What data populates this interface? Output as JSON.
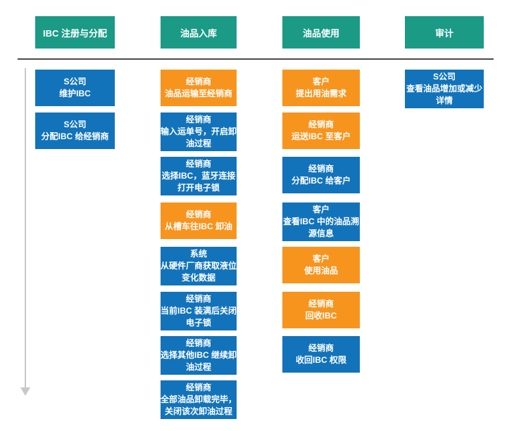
{
  "colors": {
    "header_teal": "#1b9a86",
    "box_blue": "#1273ba",
    "box_orange": "#f7941e",
    "divider_gray": "#4b4b4b",
    "arrow_gray": "#c8c8c8",
    "text_white": "#ffffff",
    "background": "#ffffff"
  },
  "lanes": [
    {
      "id": "ibc-registration",
      "header": "IBC 注册与分配",
      "boxes": [
        {
          "color": "blue",
          "lines": [
            "S公司",
            "维护IBC"
          ]
        },
        {
          "color": "blue",
          "lines": [
            "S公司",
            "分配IBC 给经销商"
          ]
        }
      ]
    },
    {
      "id": "oil-inbound",
      "header": "油品入库",
      "boxes": [
        {
          "color": "orange",
          "lines": [
            "经销商",
            "油品运输至经销商"
          ]
        },
        {
          "color": "blue",
          "lines": [
            "经销商",
            "输入运单号，开启卸",
            "油过程"
          ]
        },
        {
          "color": "blue",
          "lines": [
            "经销商",
            "选择IBC，蓝牙连接",
            "打开电子锁"
          ]
        },
        {
          "color": "orange",
          "lines": [
            "经销商",
            "从槽车往IBC 卸油"
          ]
        },
        {
          "color": "blue",
          "lines": [
            "系统",
            "从硬件厂商获取液位",
            "变化数据"
          ]
        },
        {
          "color": "blue",
          "lines": [
            "经销商",
            "当前IBC 装满后关闭",
            "电子锁"
          ]
        },
        {
          "color": "blue",
          "lines": [
            "经销商",
            "选择其他IBC 继续卸",
            "油过程"
          ]
        },
        {
          "color": "blue",
          "lines": [
            "经销商",
            "全部油品卸载完毕，",
            "关闭该次卸油过程"
          ]
        }
      ]
    },
    {
      "id": "oil-usage",
      "header": "油品使用",
      "boxes": [
        {
          "color": "orange",
          "lines": [
            "客户",
            "提出用油需求"
          ]
        },
        {
          "color": "orange",
          "lines": [
            "经销商",
            "运送IBC 至客户"
          ]
        },
        {
          "color": "blue",
          "lines": [
            "经销商",
            "分配IBC 给客户"
          ]
        },
        {
          "color": "blue",
          "lines": [
            "客户",
            "查看IBC 中的油品溯",
            "源信息"
          ]
        },
        {
          "color": "orange",
          "lines": [
            "客户",
            "使用油品"
          ]
        },
        {
          "color": "orange",
          "lines": [
            "经销商",
            "回收IBC"
          ]
        },
        {
          "color": "blue",
          "lines": [
            "经销商",
            "收回IBC 权限"
          ]
        }
      ]
    },
    {
      "id": "audit",
      "header": "审计",
      "boxes": [
        {
          "color": "blue",
          "lines": [
            "S公司",
            "查看油品增加或减少",
            "详情"
          ]
        }
      ]
    }
  ]
}
